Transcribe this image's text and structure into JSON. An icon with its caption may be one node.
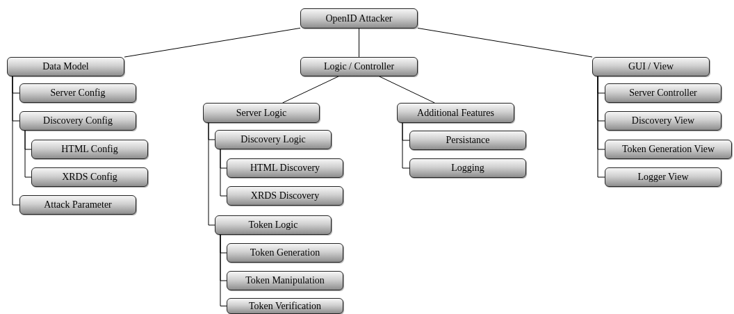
{
  "diagram": {
    "nodes": [
      {
        "text": [
          "OpenID Attacker"
        ]
      },
      {
        "text": [
          "Data Model"
        ]
      },
      {
        "text": [
          "Server Config"
        ]
      },
      {
        "text": [
          "Discovery Config"
        ]
      },
      {
        "text": [
          "HTML Config"
        ]
      },
      {
        "text": [
          "XRDS Config"
        ]
      },
      {
        "text": [
          "Attack Parameter"
        ]
      },
      {
        "text": [
          "Logic / Controller"
        ]
      },
      {
        "text": [
          "Server Logic"
        ]
      },
      {
        "text": [
          "Discovery Logic"
        ]
      },
      {
        "text": [
          "HTML Discovery"
        ]
      },
      {
        "text": [
          "XRDS Discovery"
        ]
      },
      {
        "text": [
          "Token Logic"
        ]
      },
      {
        "text": [
          "Token Generation"
        ]
      },
      {
        "text": [
          "Token Manipulation"
        ]
      },
      {
        "text": [
          "Token Verification"
        ]
      },
      {
        "text": [
          "Additional Features"
        ]
      },
      {
        "text": [
          "Persistance"
        ]
      },
      {
        "text": [
          "Logging"
        ]
      },
      {
        "text": [
          "GUI / View"
        ]
      },
      {
        "text": [
          "Server Controller"
        ]
      },
      {
        "text": [
          "Discovery View"
        ]
      },
      {
        "text": [
          "Token Generation View"
        ]
      },
      {
        "text": [
          "Logger View"
        ]
      }
    ],
    "edges": [
      {
        "from": 0,
        "to": 1,
        "arrow": "none"
      },
      {
        "from": 0,
        "to": 7,
        "arrow": "none"
      },
      {
        "from": 0,
        "to": 19,
        "arrow": "none"
      },
      {
        "from": 1,
        "to": 2,
        "arrow": "none"
      },
      {
        "from": 1,
        "to": 3,
        "arrow": "none"
      },
      {
        "from": 3,
        "to": 4,
        "arrow": "none"
      },
      {
        "from": 3,
        "to": 5,
        "arrow": "none"
      },
      {
        "from": 1,
        "to": 6,
        "arrow": "none"
      },
      {
        "from": 7,
        "to": 8,
        "arrow": "none"
      },
      {
        "from": 7,
        "to": 16,
        "arrow": "none"
      },
      {
        "from": 8,
        "to": 9,
        "arrow": "none"
      },
      {
        "from": 9,
        "to": 10,
        "arrow": "none"
      },
      {
        "from": 9,
        "to": 11,
        "arrow": "none"
      },
      {
        "from": 8,
        "to": 12,
        "arrow": "none"
      },
      {
        "from": 12,
        "to": 13,
        "arrow": "none"
      },
      {
        "from": 12,
        "to": 14,
        "arrow": "none"
      },
      {
        "from": 12,
        "to": 15,
        "arrow": "none"
      },
      {
        "from": 16,
        "to": 17,
        "arrow": "none"
      },
      {
        "from": 16,
        "to": 18,
        "arrow": "none"
      },
      {
        "from": 19,
        "to": 20,
        "arrow": "none"
      },
      {
        "from": 19,
        "to": 21,
        "arrow": "none"
      },
      {
        "from": 19,
        "to": 22,
        "arrow": "none"
      },
      {
        "from": 19,
        "to": 23,
        "arrow": "none"
      }
    ]
  }
}
